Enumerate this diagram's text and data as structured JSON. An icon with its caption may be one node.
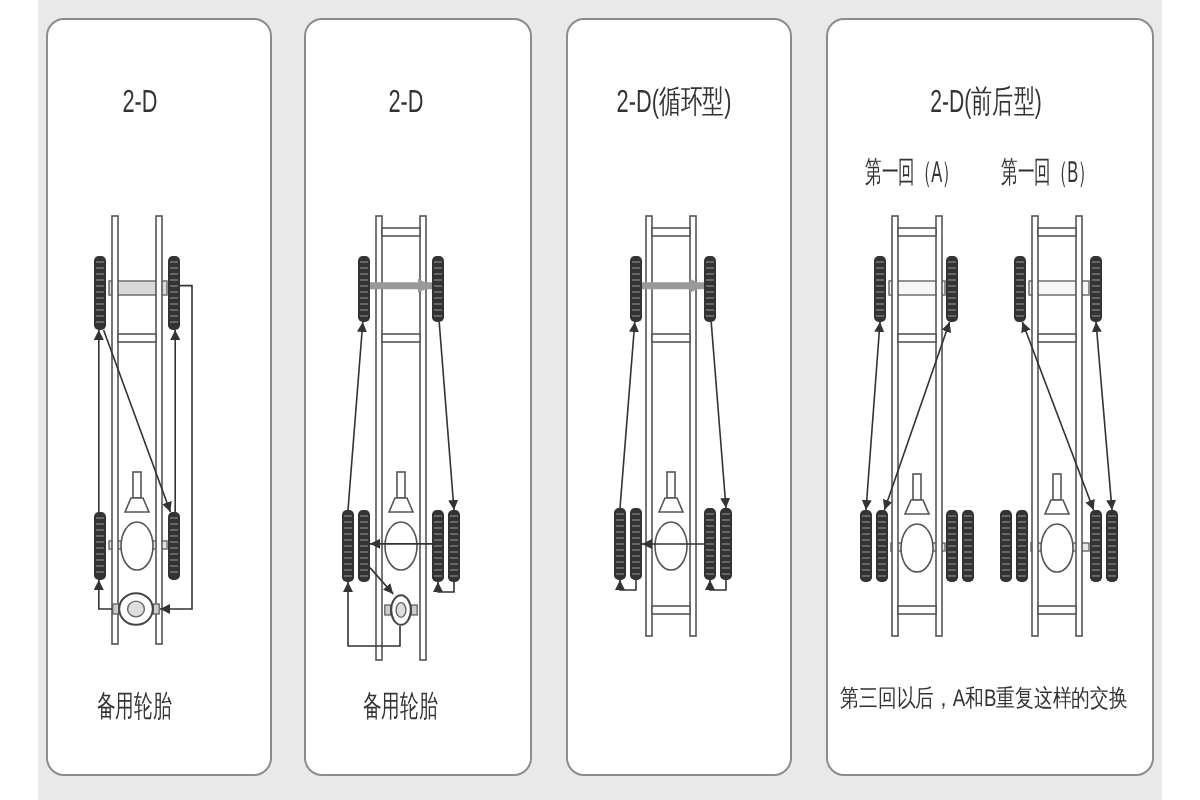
{
  "diagram": {
    "nodes": [
      {
        "text": [
          "2-D",
          "备用轮胎"
        ]
      },
      {
        "text": [],
        "shape": "wheel",
        "in": 0
      },
      {
        "text": [],
        "shape": "wheel",
        "in": 0
      },
      {
        "text": [],
        "shape": "wheel",
        "in": 0
      },
      {
        "text": [],
        "shape": "wheel",
        "in": 0
      },
      {
        "text": [],
        "shape": "wheel",
        "in": 0
      },
      {
        "text": [
          "2-D",
          "备用轮胎"
        ]
      },
      {
        "text": [],
        "shape": "wheel",
        "in": 6
      },
      {
        "text": [],
        "shape": "wheel",
        "in": 6
      },
      {
        "text": [],
        "shape": "wheel",
        "in": 6
      },
      {
        "text": [],
        "shape": "wheel",
        "in": 6
      },
      {
        "text": [],
        "shape": "wheel",
        "in": 6
      },
      {
        "text": [],
        "shape": "wheel",
        "in": 6
      },
      {
        "text": [],
        "shape": "wheel",
        "in": 6
      },
      {
        "text": [
          "2-D(循环型)"
        ]
      },
      {
        "text": [],
        "shape": "wheel",
        "in": 14
      },
      {
        "text": [],
        "shape": "wheel",
        "in": 14
      },
      {
        "text": [],
        "shape": "wheel",
        "in": 14
      },
      {
        "text": [],
        "shape": "wheel",
        "in": 14
      },
      {
        "text": [],
        "shape": "wheel",
        "in": 14
      },
      {
        "text": [],
        "shape": "wheel",
        "in": 14
      },
      {
        "text": [
          "2-D(前后型)",
          "第一回（A）",
          "第一回（B）",
          "第三回以后，A和B重复这样的交换"
        ]
      },
      {
        "text": [],
        "shape": "wheel",
        "in": 21
      },
      {
        "text": [],
        "shape": "wheel",
        "in": 21
      },
      {
        "text": [],
        "shape": "wheel",
        "in": 21
      },
      {
        "text": [],
        "shape": "wheel",
        "in": 21
      },
      {
        "text": [],
        "shape": "wheel",
        "in": 21
      },
      {
        "text": [],
        "shape": "wheel",
        "in": 21
      },
      {
        "text": [],
        "shape": "wheel",
        "in": 21
      },
      {
        "text": [],
        "shape": "wheel",
        "in": 21
      },
      {
        "text": [],
        "shape": "wheel",
        "in": 21
      },
      {
        "text": [],
        "shape": "wheel",
        "in": 21
      },
      {
        "text": [],
        "shape": "wheel",
        "in": 21
      },
      {
        "text": [],
        "shape": "wheel",
        "in": 21
      }
    ],
    "edges": [
      {
        "from": 1,
        "to": 4,
        "arrow": "to"
      },
      {
        "from": 4,
        "to": 2,
        "arrow": "to"
      },
      {
        "from": 2,
        "to": 5,
        "arrow": "to"
      },
      {
        "from": 5,
        "to": 3,
        "arrow": "to"
      },
      {
        "from": 3,
        "to": 1,
        "arrow": "to"
      },
      {
        "from": 7,
        "to": 8,
        "arrow": "to",
        "style": "thick",
        "color": "#999999"
      },
      {
        "from": 8,
        "to": 12,
        "arrow": "to"
      },
      {
        "from": 12,
        "to": 11,
        "arrow": "to"
      },
      {
        "from": 11,
        "to": 10,
        "arrow": "to"
      },
      {
        "from": 10,
        "to": 13,
        "arrow": "to"
      },
      {
        "from": 13,
        "to": 9,
        "arrow": "to"
      },
      {
        "from": 9,
        "to": 7,
        "arrow": "to"
      },
      {
        "from": 15,
        "to": 16,
        "arrow": "to",
        "style": "thick",
        "color": "#999999"
      },
      {
        "from": 16,
        "to": 20,
        "arrow": "to"
      },
      {
        "from": 20,
        "to": 19,
        "arrow": "to"
      },
      {
        "from": 19,
        "to": 18,
        "arrow": "to"
      },
      {
        "from": 18,
        "to": 17,
        "arrow": "to"
      },
      {
        "from": 17,
        "to": 15,
        "arrow": "to"
      },
      {
        "from": 22,
        "to": 24,
        "arrow": "both"
      },
      {
        "from": 23,
        "to": 25,
        "arrow": "both"
      },
      {
        "from": 28,
        "to": 32,
        "arrow": "both"
      },
      {
        "from": 29,
        "to": 33,
        "arrow": "both"
      }
    ]
  }
}
